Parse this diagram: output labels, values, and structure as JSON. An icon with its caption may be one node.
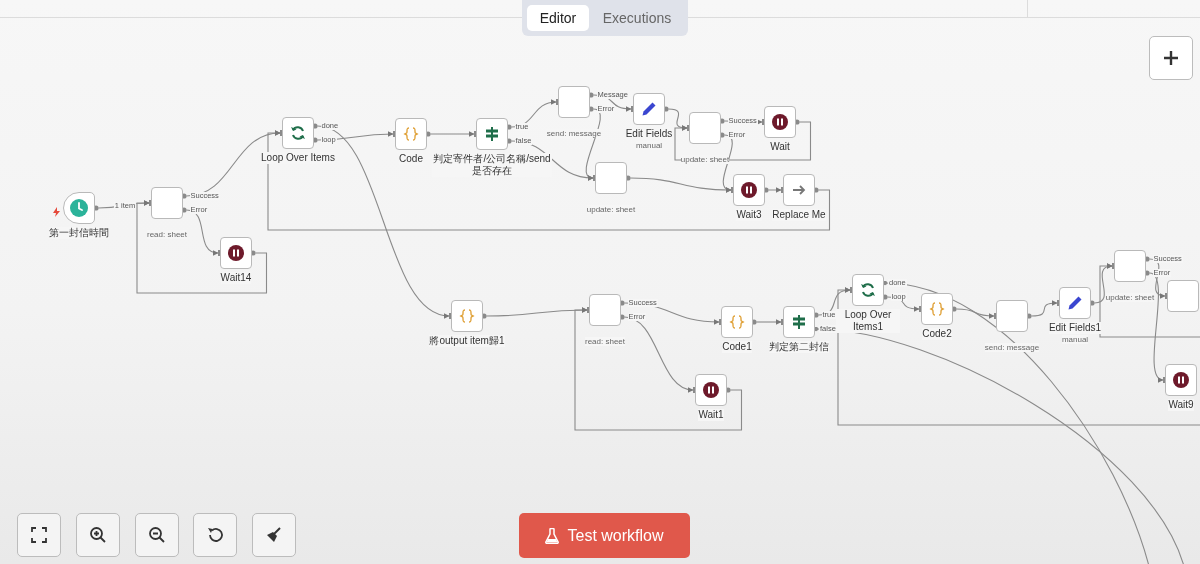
{
  "diagram": {
    "nodes": [
      {
        "text": [
          "第一封信時間"
        ]
      },
      {
        "text": [
          "read: sheet"
        ]
      },
      {
        "text": [
          "Wait14"
        ]
      },
      {
        "text": [
          "Loop Over Items"
        ]
      },
      {
        "text": [
          "Code"
        ]
      },
      {
        "text": [
          "判定寄件者/公司名稱/send是否存在"
        ]
      },
      {
        "text": [
          "send: message"
        ]
      },
      {
        "text": [
          "Edit Fields",
          "manual"
        ]
      },
      {
        "text": [
          "update: sheet"
        ]
      },
      {
        "text": [
          "Wait"
        ]
      },
      {
        "text": [
          "update: sheet"
        ]
      },
      {
        "text": [
          "Wait3"
        ]
      },
      {
        "text": [
          "Replace Me"
        ]
      },
      {
        "text": [
          "將output item歸1"
        ]
      },
      {
        "text": [
          "read: sheet"
        ]
      },
      {
        "text": [
          "Code1"
        ]
      },
      {
        "text": [
          "Wait1"
        ]
      },
      {
        "text": [
          "判定第二封信"
        ]
      },
      {
        "text": [
          "Loop Over Items1"
        ]
      },
      {
        "text": [
          "Code2"
        ]
      },
      {
        "text": [
          "send: message"
        ]
      },
      {
        "text": [
          "Edit Fields1",
          "manual"
        ]
      },
      {
        "text": [
          "update: sheet"
        ]
      },
      {
        "text": [
          "Wait9"
        ]
      },
      {
        "text": [],
        "shape": "box"
      }
    ],
    "edges": [
      {
        "from": 0,
        "to": 1,
        "arrow": "to",
        "label": "1 item"
      },
      {
        "from": 1,
        "to": 3,
        "arrow": "to",
        "label": "Success"
      },
      {
        "from": 1,
        "to": 2,
        "arrow": "to",
        "label": "Error"
      },
      {
        "from": 2,
        "to": 1,
        "arrow": "to"
      },
      {
        "from": 3,
        "to": 13,
        "arrow": "to",
        "label": "done"
      },
      {
        "from": 3,
        "to": 4,
        "arrow": "to",
        "label": "loop"
      },
      {
        "from": 4,
        "to": 5,
        "arrow": "to"
      },
      {
        "from": 5,
        "to": 6,
        "arrow": "to",
        "label": "true"
      },
      {
        "from": 5,
        "to": 10,
        "arrow": "to",
        "label": "false"
      },
      {
        "from": 6,
        "to": 7,
        "arrow": "to",
        "label": "Message"
      },
      {
        "from": 6,
        "to": 10,
        "arrow": "to",
        "label": "Error"
      },
      {
        "from": 7,
        "to": 8,
        "arrow": "to"
      },
      {
        "from": 8,
        "to": 9,
        "arrow": "to",
        "label": "Success"
      },
      {
        "from": 8,
        "to": 11,
        "arrow": "to",
        "label": "Error"
      },
      {
        "from": 9,
        "to": 8,
        "arrow": "to"
      },
      {
        "from": 10,
        "to": 11,
        "arrow": "to"
      },
      {
        "from": 11,
        "to": 12,
        "arrow": "to"
      },
      {
        "from": 12,
        "to": 3,
        "arrow": "to"
      },
      {
        "from": 13,
        "to": 14,
        "arrow": "to"
      },
      {
        "from": 14,
        "to": 15,
        "arrow": "to",
        "label": "Success"
      },
      {
        "from": 14,
        "to": 16,
        "arrow": "to",
        "label": "Error"
      },
      {
        "from": 16,
        "to": 14,
        "arrow": "to"
      },
      {
        "from": 15,
        "to": 17,
        "arrow": "to"
      },
      {
        "from": 17,
        "to": 18,
        "arrow": "to",
        "label": "true"
      },
      {
        "from": 17,
        "to": null,
        "arrow": "other",
        "label": "false"
      },
      {
        "from": 18,
        "to": 19,
        "arrow": "to",
        "label": "loop"
      },
      {
        "from": 18,
        "to": null,
        "arrow": "other",
        "label": "done"
      },
      {
        "from": 19,
        "to": 20,
        "arrow": "to"
      },
      {
        "from": 20,
        "to": 21,
        "arrow": "to"
      },
      {
        "from": 21,
        "to": 22,
        "arrow": "to"
      },
      {
        "from": 22,
        "to": 24,
        "arrow": "to",
        "label": "Success"
      },
      {
        "from": 22,
        "to": 23,
        "arrow": "to",
        "label": "Error"
      },
      {
        "from": null,
        "to": 18,
        "arrow": "to"
      },
      {
        "from": null,
        "to": 22,
        "arrow": "to"
      }
    ],
    "labels": [
      "Editor",
      "Executions",
      "Test workflow"
    ]
  }
}
